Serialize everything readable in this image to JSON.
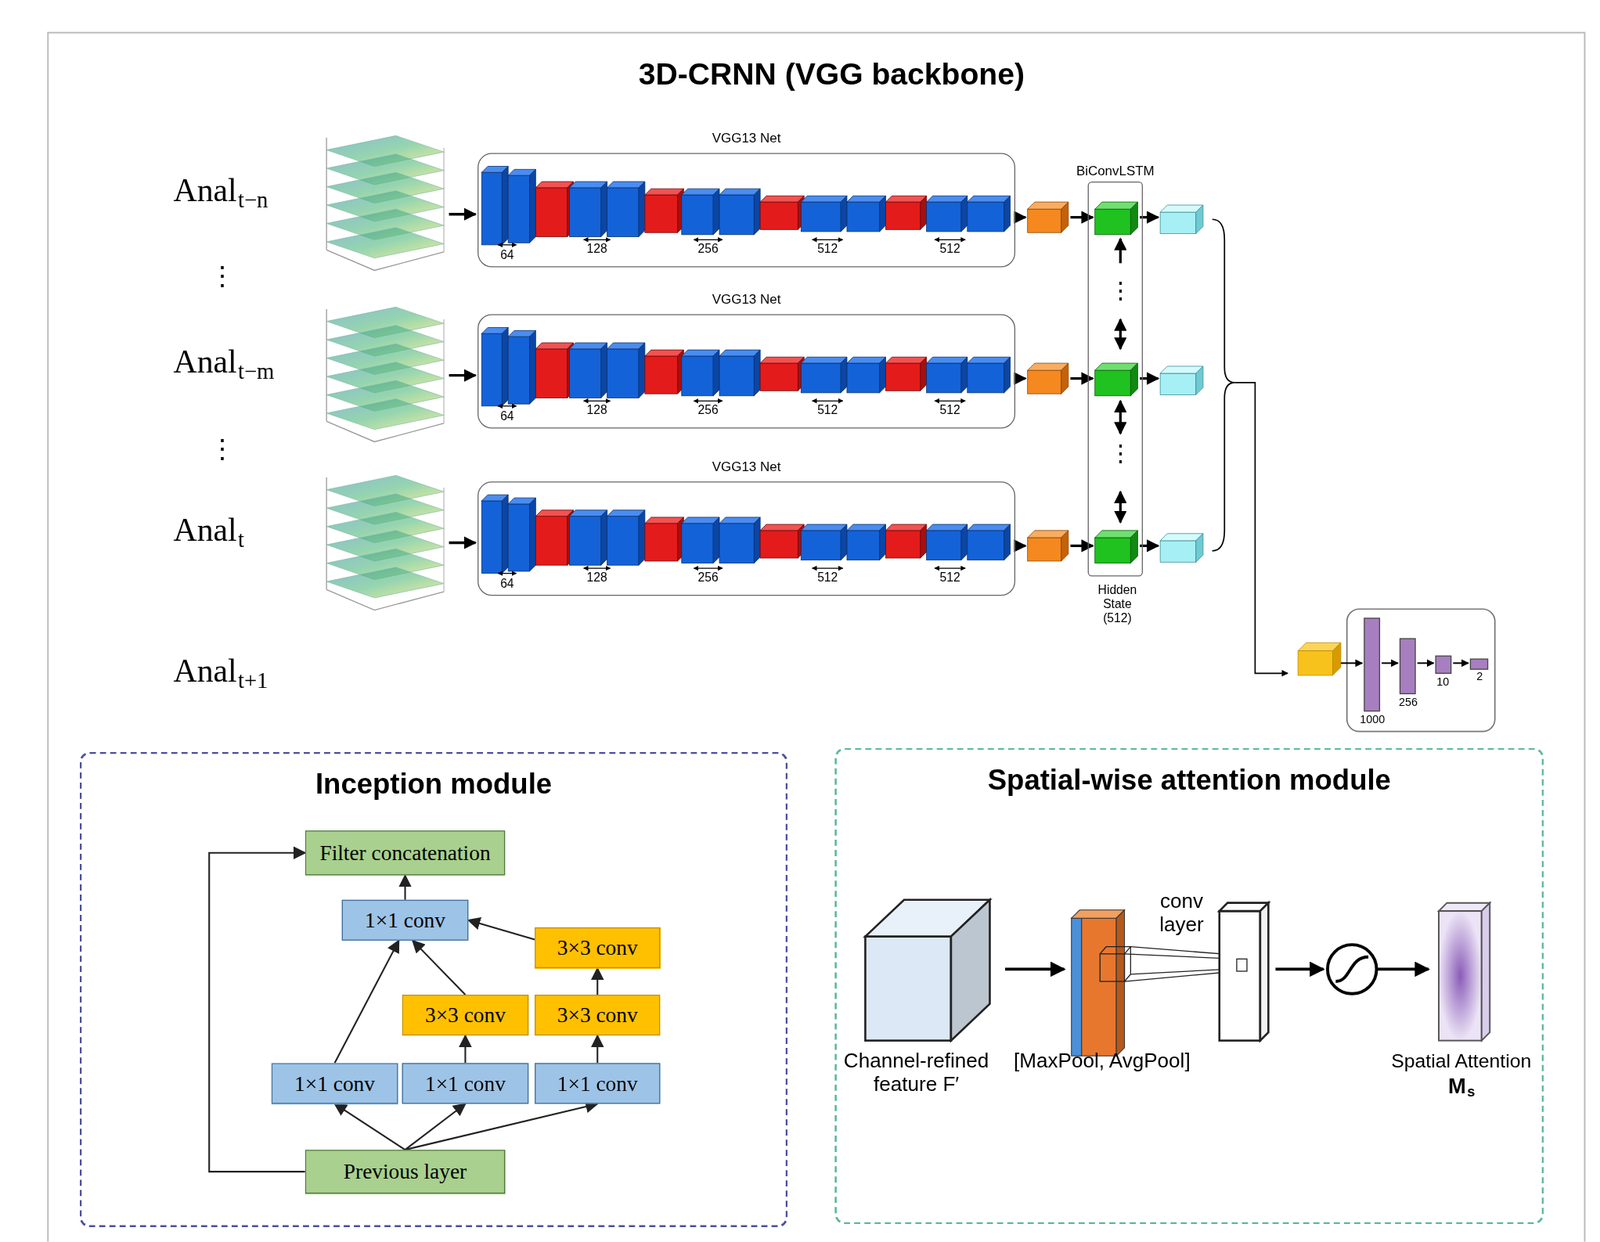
{
  "diagram": {
    "title": "3D-CRNN (VGG backbone)",
    "nodes": [
      {
        "text": [
          "VGG13 Net"
        ]
      },
      {
        "text": [
          "VGG13 Net"
        ]
      },
      {
        "text": [
          "VGG13 Net"
        ]
      },
      {
        "text": [
          "BiConvLSTM"
        ]
      },
      {
        "text": [
          "Inception module"
        ]
      },
      {
        "text": [
          "Filter concatenation"
        ],
        "in": 4
      },
      {
        "text": [
          "1×1 conv"
        ],
        "in": 4
      },
      {
        "text": [
          "3×3 conv"
        ],
        "in": 4
      },
      {
        "text": [
          "3×3 conv"
        ],
        "in": 4
      },
      {
        "text": [
          "3×3 conv"
        ],
        "in": 4
      },
      {
        "text": [
          "1×1 conv"
        ],
        "in": 4
      },
      {
        "text": [
          "1×1 conv"
        ],
        "in": 4
      },
      {
        "text": [
          "1×1 conv"
        ],
        "in": 4
      },
      {
        "text": [
          "Previous layer"
        ],
        "in": 4
      },
      {
        "text": [
          "Spatial-wise attention module"
        ]
      }
    ],
    "edges": [
      {
        "from": 13,
        "to": 10,
        "arrow": "to"
      },
      {
        "from": 13,
        "to": 11,
        "arrow": "to"
      },
      {
        "from": 13,
        "to": 12,
        "arrow": "to"
      },
      {
        "from": 13,
        "to": 5,
        "arrow": "to"
      },
      {
        "from": 10,
        "to": 6,
        "arrow": "to"
      },
      {
        "from": 11,
        "to": 8,
        "arrow": "to"
      },
      {
        "from": 8,
        "to": 6,
        "arrow": "to"
      },
      {
        "from": 12,
        "to": 9,
        "arrow": "to"
      },
      {
        "from": 9,
        "to": 7,
        "arrow": "to"
      },
      {
        "from": 7,
        "to": 6,
        "arrow": "to"
      },
      {
        "from": 6,
        "to": 5,
        "arrow": "to"
      }
    ],
    "labels": [
      "Anal",
      "t−n",
      "⋮",
      "Anal",
      "t−m",
      "⋮",
      "Anal",
      "t",
      "Anal",
      "t+1",
      "64",
      "128",
      "256",
      "512",
      "512",
      "64",
      "128",
      "256",
      "512",
      "512",
      "64",
      "128",
      "256",
      "512",
      "512",
      "⋮",
      "⋮",
      "Hidden State (512)",
      "1000",
      "256",
      "10",
      "2",
      "Channel-refined feature F′",
      "[MaxPool, AvgPool]",
      "conv layer",
      "Spatial Attention",
      "M",
      "s"
    ]
  }
}
